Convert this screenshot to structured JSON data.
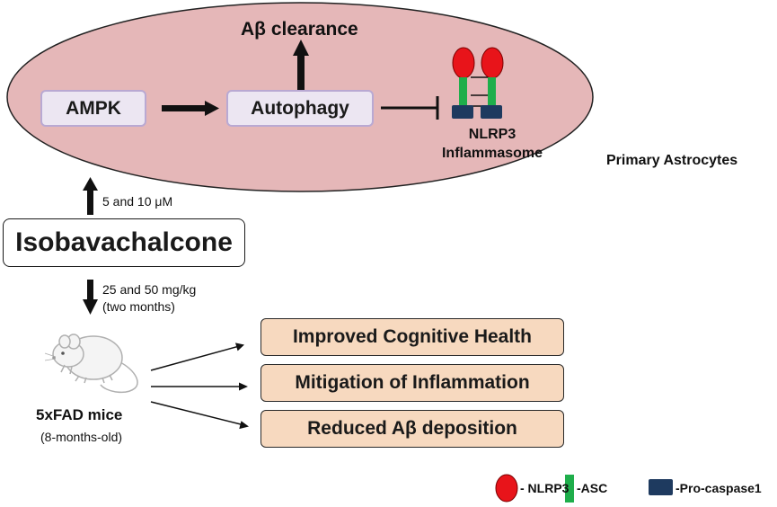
{
  "colors": {
    "cell_fill": "#e5b7b8",
    "cell_stroke": "#222222",
    "box_purple_fill": "#ece6f2",
    "box_purple_stroke": "#b9a9d3",
    "outcome_fill": "#f7d9bf",
    "nlrp3_red": "#e8141a",
    "asc_green": "#1fae4b",
    "procaspase_navy": "#1e3a5f"
  },
  "astrocyte": {
    "label": "Primary Astrocytes",
    "abeta_clearance": "Aβ clearance",
    "ampk": "AMPK",
    "autophagy": "Autophagy",
    "inflammasome_line1": "NLRP3",
    "inflammasome_line2": "Inflammasome"
  },
  "compound": {
    "name": "Isobavachalcone",
    "invitro_dose": "5 and 10 μM",
    "invivo_dose_line1": "25 and 50 mg/kg",
    "invivo_dose_line2": "(two months)"
  },
  "mice": {
    "label": "5xFAD mice",
    "age": "(8-months-old)"
  },
  "outcomes": [
    "Improved Cognitive Health",
    "Mitigation of Inflammation",
    "Reduced Aβ deposition"
  ],
  "legend": {
    "nlrp3": "- NLRP3",
    "asc": "-ASC",
    "procaspase": "-Pro-caspase1"
  },
  "icons": {
    "mouse": "mouse-icon",
    "nlrp3": "nlrp3-oval-icon",
    "asc": "asc-bar-icon",
    "procaspase": "procaspase-block-icon"
  }
}
